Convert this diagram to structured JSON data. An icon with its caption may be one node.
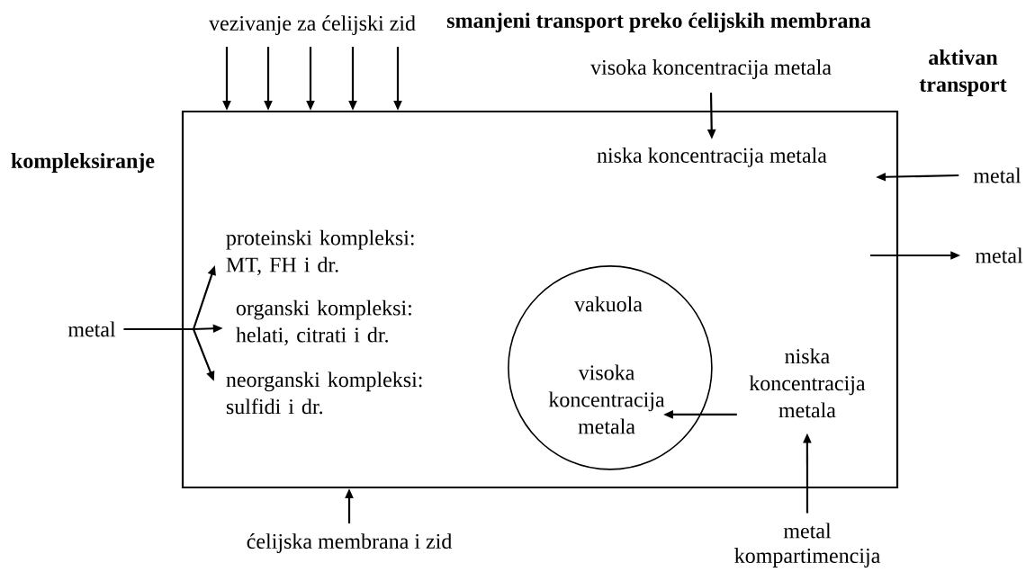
{
  "diagram": {
    "nodes": [
      {
        "text": [],
        "shape": "box"
      },
      {
        "text": [
          "vezivanje za ćelijski zid"
        ]
      },
      {
        "text": [
          "visoka koncentracija metala"
        ]
      },
      {
        "text": [
          "niska koncentracija metala"
        ],
        "in": 0
      },
      {
        "text": [
          "metal"
        ]
      },
      {
        "text": [
          "metal"
        ]
      },
      {
        "text": [
          "metal"
        ]
      },
      {
        "text": [
          "proteinski kompleksi: MT, FH i dr."
        ],
        "in": 0
      },
      {
        "text": [
          "organski kompleksi: helati, citrati i dr."
        ],
        "in": 0
      },
      {
        "text": [
          "neorganski kompleksi: sulfidi i dr."
        ],
        "in": 0
      },
      {
        "text": [
          "vakuola",
          "visoka koncentracija metala"
        ],
        "in": 0
      },
      {
        "text": [
          "niska koncentracija metala"
        ],
        "in": 0
      },
      {
        "text": [
          "metal"
        ]
      },
      {
        "text": [
          "ćelijska membrana i zid"
        ]
      }
    ],
    "edges": [
      {
        "from": 1,
        "to": 0,
        "arrow": "to"
      },
      {
        "from": 1,
        "to": 0,
        "arrow": "to"
      },
      {
        "from": 1,
        "to": 0,
        "arrow": "to"
      },
      {
        "from": 1,
        "to": 0,
        "arrow": "to"
      },
      {
        "from": 1,
        "to": 0,
        "arrow": "to"
      },
      {
        "from": 2,
        "to": 3,
        "arrow": "to"
      },
      {
        "from": 4,
        "to": 0,
        "arrow": "to"
      },
      {
        "from": 0,
        "to": 5,
        "arrow": "to"
      },
      {
        "from": 6,
        "to": 7,
        "arrow": "to"
      },
      {
        "from": 6,
        "to": 8,
        "arrow": "to"
      },
      {
        "from": 6,
        "to": 9,
        "arrow": "to"
      },
      {
        "from": 11,
        "to": 10,
        "arrow": "to"
      },
      {
        "from": 12,
        "to": 11,
        "arrow": "to"
      },
      {
        "from": 13,
        "to": 0,
        "arrow": "to"
      }
    ],
    "labels": [
      "smanjeni transport preko ćelijskih membrana",
      "aktivan transport",
      "kompleksiranje",
      "kompartimencija"
    ]
  }
}
